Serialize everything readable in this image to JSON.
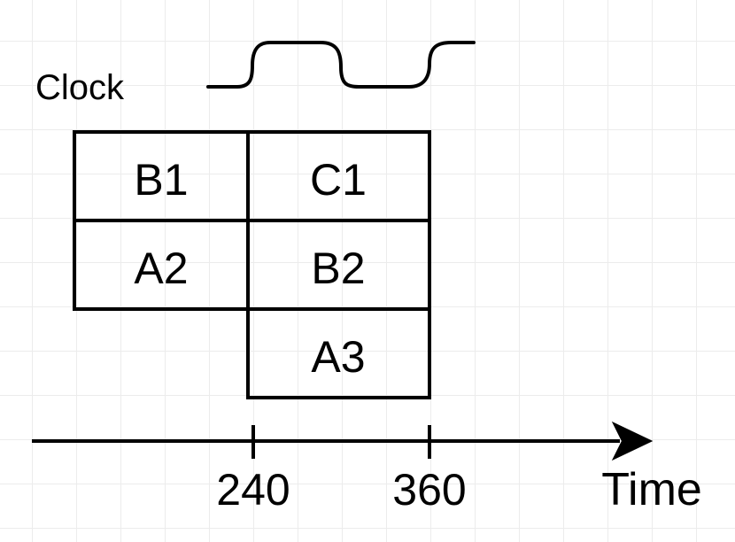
{
  "clock": {
    "label": "Clock"
  },
  "blocks": [
    {
      "label": "B1"
    },
    {
      "label": "A2"
    },
    {
      "label": "C1"
    },
    {
      "label": "B2"
    },
    {
      "label": "A3"
    }
  ],
  "axis": {
    "label": "Time",
    "ticks": [
      "240",
      "360"
    ]
  },
  "colors": {
    "stroke": "#000000",
    "grid": "#ececec",
    "background": "#ffffff"
  }
}
